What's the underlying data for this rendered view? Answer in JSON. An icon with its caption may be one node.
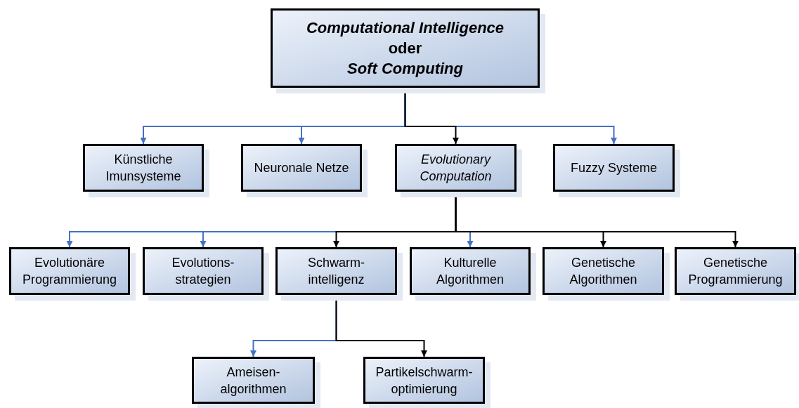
{
  "diagram": {
    "nodes": [
      {
        "text": [
          "Computational Intelligence",
          "oder",
          "Soft Computing"
        ]
      },
      {
        "text": [
          "Künstliche Imunsysteme"
        ]
      },
      {
        "text": [
          "Neuronale Netze"
        ]
      },
      {
        "text": [
          "Evolutionary Computation"
        ]
      },
      {
        "text": [
          "Fuzzy Systeme"
        ]
      },
      {
        "text": [
          "Evolutionäre Programmierung"
        ]
      },
      {
        "text": [
          "Evolutions- strategien"
        ]
      },
      {
        "text": [
          "Schwarm- intelligenz"
        ]
      },
      {
        "text": [
          "Kulturelle Algorithmen"
        ]
      },
      {
        "text": [
          "Genetische Algorithmen"
        ]
      },
      {
        "text": [
          "Genetische Programmierung"
        ]
      },
      {
        "text": [
          "Ameisen- algorithmen"
        ]
      },
      {
        "text": [
          "Partikelschwarm- optimierung"
        ]
      }
    ],
    "edges": [
      {
        "from": 0,
        "to": 1,
        "arrow": "to"
      },
      {
        "from": 0,
        "to": 2,
        "arrow": "to"
      },
      {
        "from": 0,
        "to": 4,
        "arrow": "to"
      },
      {
        "from": 0,
        "to": 3,
        "arrow": "to",
        "color": "#000000"
      },
      {
        "from": 3,
        "to": 5,
        "arrow": "to"
      },
      {
        "from": 3,
        "to": 6,
        "arrow": "to"
      },
      {
        "from": 3,
        "to": 8,
        "arrow": "to"
      },
      {
        "from": 3,
        "to": 7,
        "arrow": "to",
        "color": "#000000"
      },
      {
        "from": 3,
        "to": 9,
        "arrow": "to",
        "color": "#000000"
      },
      {
        "from": 3,
        "to": 10,
        "arrow": "to",
        "color": "#000000"
      },
      {
        "from": 7,
        "to": 11,
        "arrow": "to"
      },
      {
        "from": 7,
        "to": 12,
        "arrow": "to",
        "color": "#000000"
      }
    ]
  }
}
